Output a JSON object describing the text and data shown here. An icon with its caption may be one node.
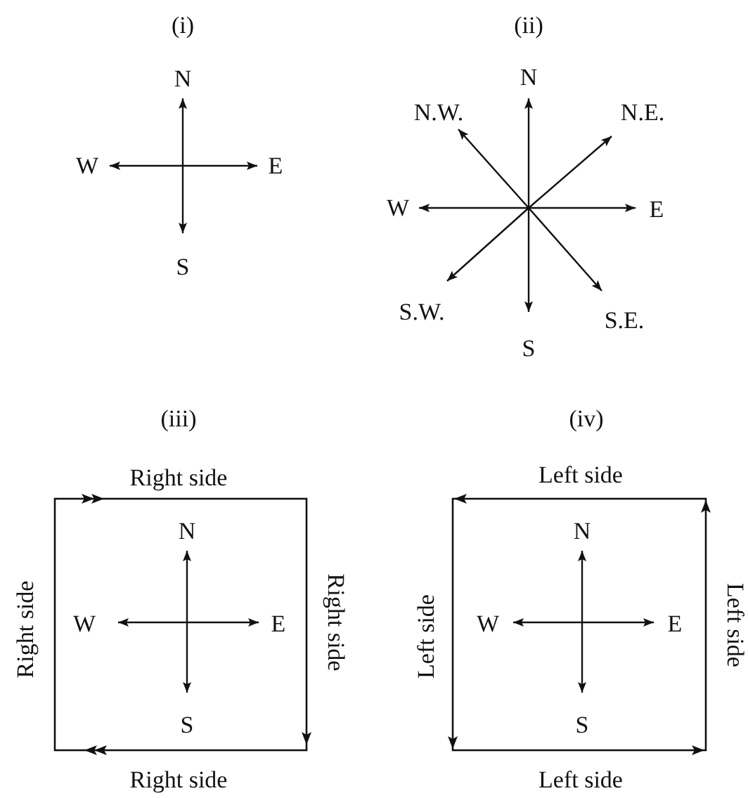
{
  "diagram": {
    "labels": [
      "(i)",
      "N",
      "W",
      "E",
      "S",
      "(ii)",
      "N",
      "N.W.",
      "N.E.",
      "W",
      "E",
      "S.W.",
      "S.E.",
      "S",
      "(iii)",
      "Right side",
      "N",
      "Right side",
      "W",
      "E",
      "Right side",
      "S",
      "Right side",
      "(iv)",
      "Left side",
      "N",
      "Left side",
      "W",
      "E",
      "Left side",
      "S",
      "Left side"
    ]
  }
}
